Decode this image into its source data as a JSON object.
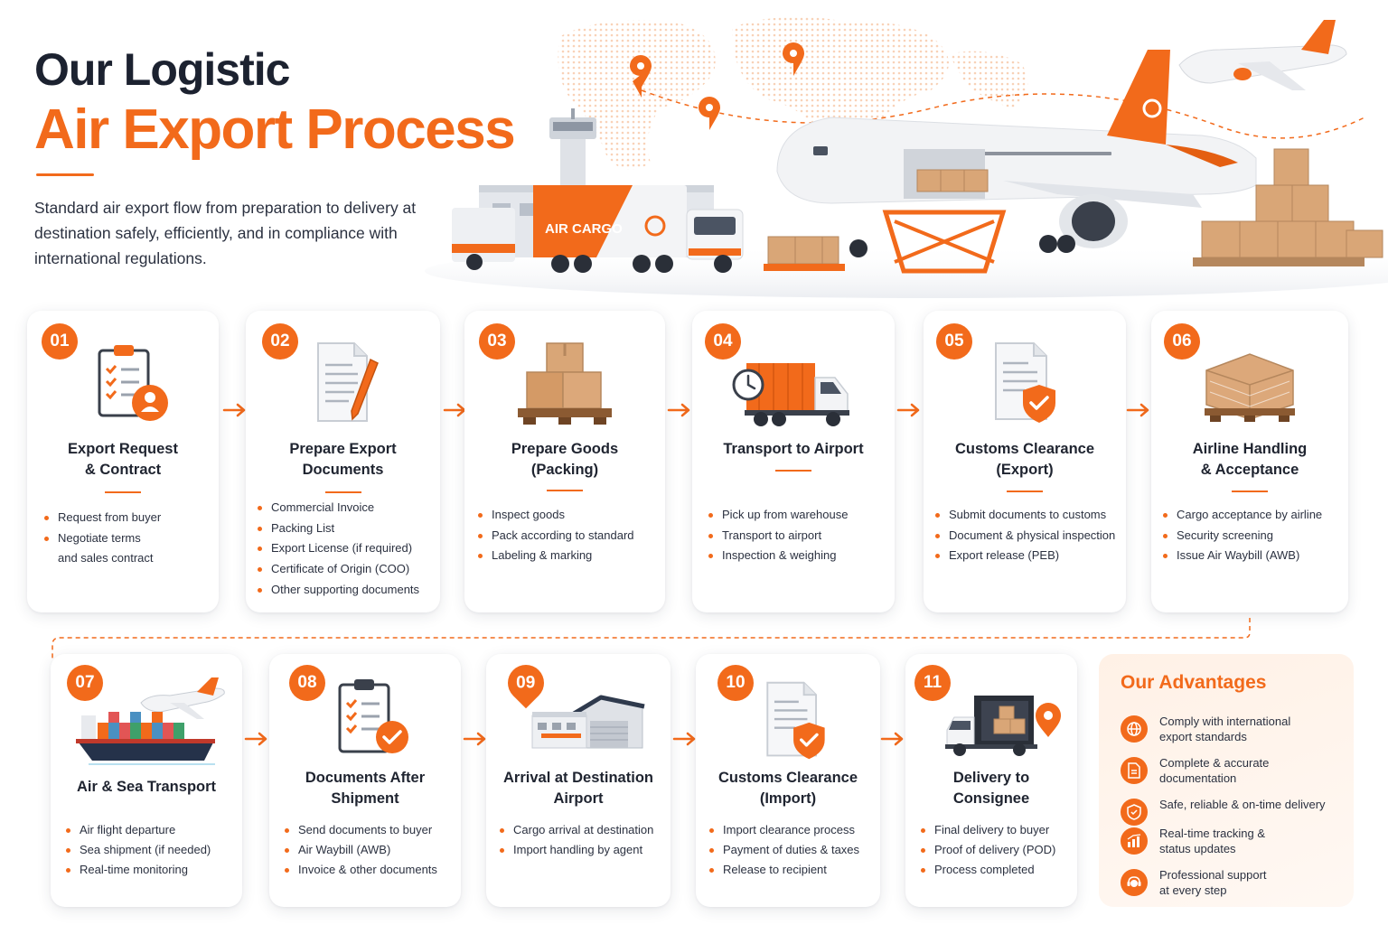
{
  "header": {
    "title_line1": "Our Logistic",
    "title_line2": "Air Export Process",
    "subtitle": "Standard air export flow from preparation to delivery at destination safely, efficiently, and in compliance with international regulations."
  },
  "hero": {
    "truck_label": "AIR CARGO"
  },
  "steps": [
    {
      "number": "01",
      "title": "Export Request\n& Contract",
      "icon": "clipboard-user-icon",
      "items": [
        "Request from buyer",
        "Negotiate terms\nand sales contract"
      ]
    },
    {
      "number": "02",
      "title": "Prepare Export\nDocuments",
      "icon": "document-pen-icon",
      "items": [
        "Commercial Invoice",
        "Packing List",
        "Export License (if required)",
        "Certificate of Origin (COO)",
        "Other supporting documents"
      ]
    },
    {
      "number": "03",
      "title": "Prepare Goods\n(Packing)",
      "icon": "boxes-pallet-icon",
      "items": [
        "Inspect goods",
        "Pack according to standard",
        "Labeling & marking"
      ]
    },
    {
      "number": "04",
      "title": "Transport to Airport",
      "icon": "truck-clock-icon",
      "items": [
        "Pick up from warehouse",
        "Transport to airport",
        "Inspection & weighing"
      ]
    },
    {
      "number": "05",
      "title": "Customs Clearance\n(Export)",
      "icon": "document-shield-icon",
      "items": [
        "Submit documents to customs",
        "Document & physical inspection",
        "Export release (PEB)"
      ]
    },
    {
      "number": "06",
      "title": "Airline Handling\n& Acceptance",
      "icon": "wrapped-pallet-icon",
      "items": [
        "Cargo acceptance by airline",
        "Security screening",
        "Issue Air Waybill (AWB)"
      ]
    },
    {
      "number": "07",
      "title": "Air & Sea Transport",
      "icon": "plane-ship-icon",
      "items": [
        "Air flight departure",
        "Sea shipment (if needed)",
        "Real-time monitoring"
      ]
    },
    {
      "number": "08",
      "title": "Documents After\nShipment",
      "icon": "clipboard-check-icon",
      "items": [
        "Send documents to buyer",
        "Air Waybill (AWB)",
        "Invoice & other documents"
      ]
    },
    {
      "number": "09",
      "title": "Arrival at Destination\nAirport",
      "icon": "warehouse-icon",
      "items": [
        "Cargo arrival at destination",
        "Import handling by agent"
      ]
    },
    {
      "number": "10",
      "title": "Customs Clearance\n(Import)",
      "icon": "document-shield-icon",
      "items": [
        "Import clearance process",
        "Payment of duties & taxes",
        "Release to recipient"
      ]
    },
    {
      "number": "11",
      "title": "Delivery to\nConsignee",
      "icon": "delivery-truck-pin-icon",
      "items": [
        "Final delivery to buyer",
        "Proof of delivery (POD)",
        "Process completed"
      ]
    }
  ],
  "advantages": {
    "title": "Our Advantages",
    "items": [
      {
        "icon": "globe-icon",
        "text": "Comply with international\nexport standards"
      },
      {
        "icon": "document-icon",
        "text": "Complete & accurate\ndocumentation"
      },
      {
        "icon": "shield-icon",
        "text": "Safe, reliable & on-time delivery"
      },
      {
        "icon": "chart-icon",
        "text": "Real-time tracking &\nstatus updates"
      },
      {
        "icon": "support-icon",
        "text": "Professional support\nat every step"
      }
    ]
  },
  "colors": {
    "accent": "#f26a1b",
    "dark": "#1c2230",
    "advantage_bg": "#fff3ea"
  }
}
